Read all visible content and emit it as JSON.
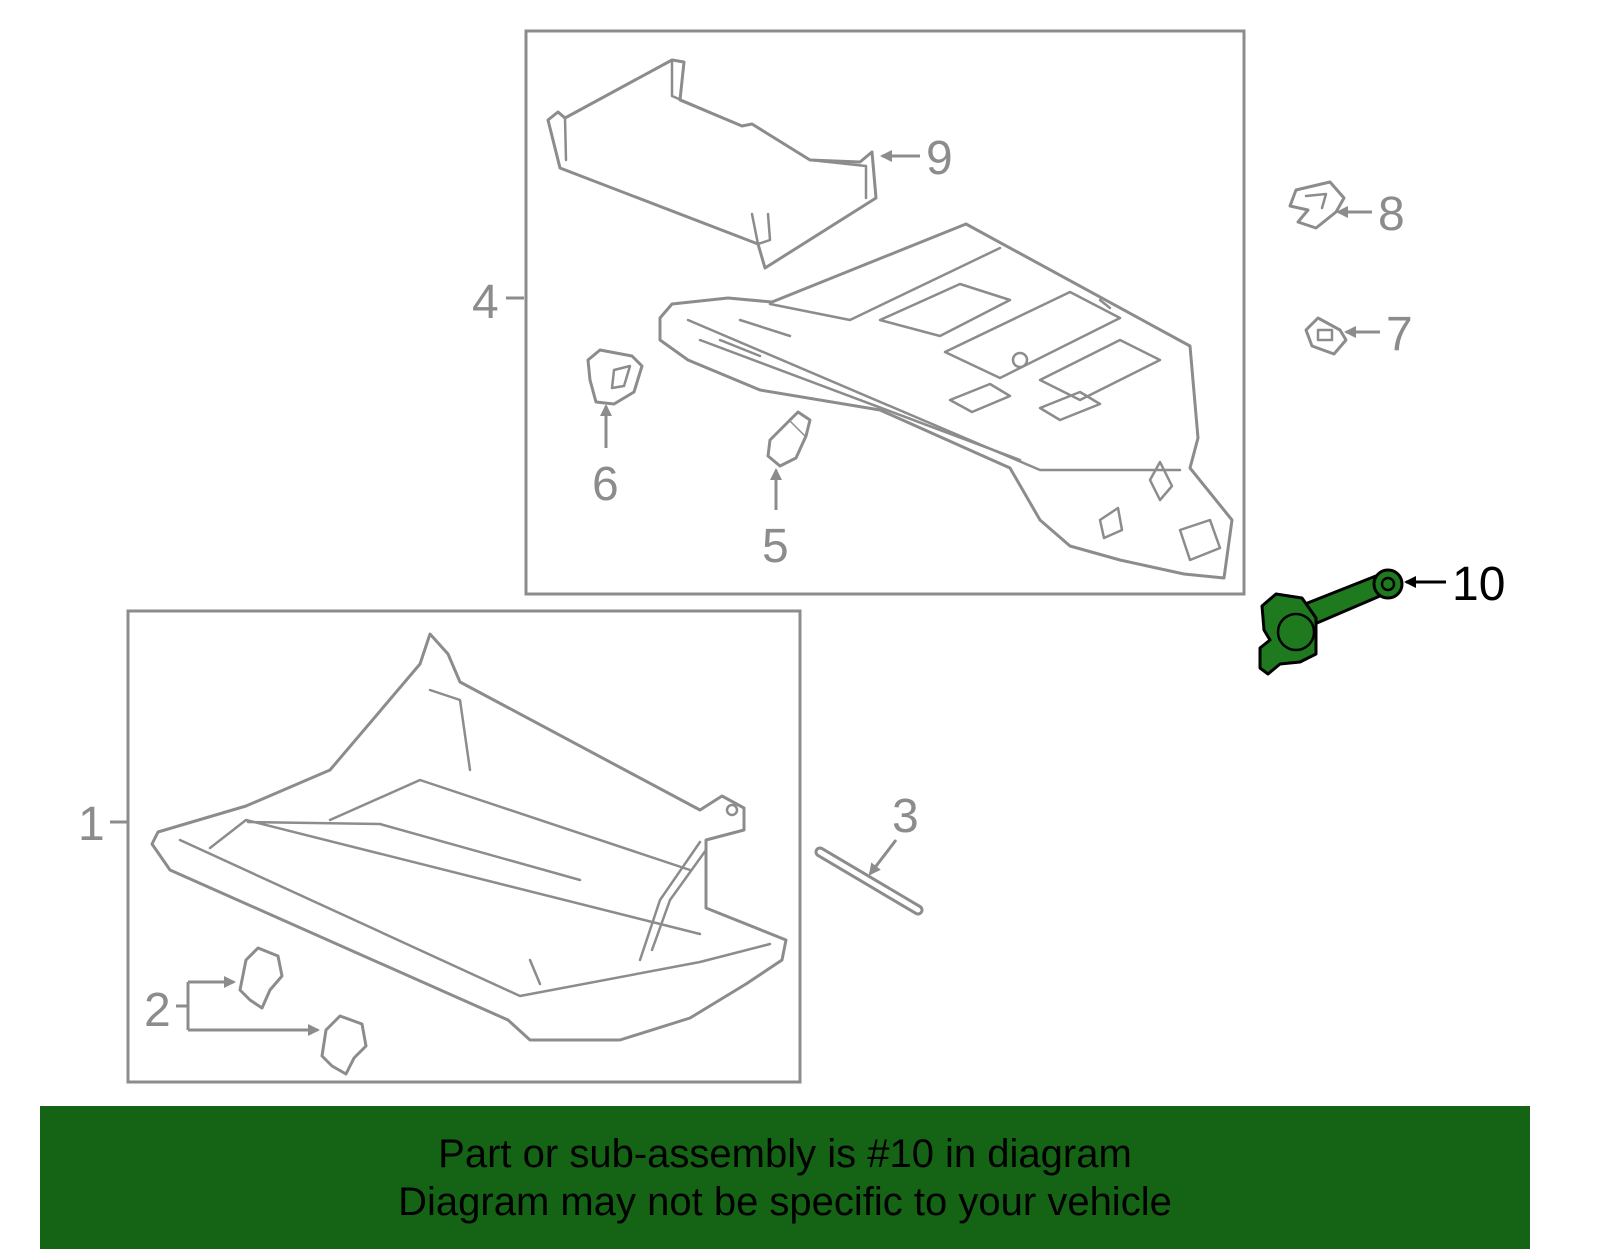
{
  "callouts": {
    "c1": "1",
    "c2": "2",
    "c3": "3",
    "c4": "4",
    "c5": "5",
    "c6": "6",
    "c7": "7",
    "c8": "8",
    "c9": "9",
    "c10": "10"
  },
  "banner": {
    "line1": "Part or sub-assembly is #10 in diagram",
    "line2": "Diagram may not be specific to your vehicle"
  },
  "colors": {
    "banner_bg": "#156315",
    "highlight_part": "#1f7a1f",
    "line_art": "#8c8c8c",
    "highlight_text": "#000000"
  },
  "icons": [
    "arrow-icon",
    "glove-box-icon",
    "housing-icon",
    "bracket-icon",
    "clip-icon",
    "bumper-icon",
    "rod-icon",
    "damper-icon"
  ]
}
